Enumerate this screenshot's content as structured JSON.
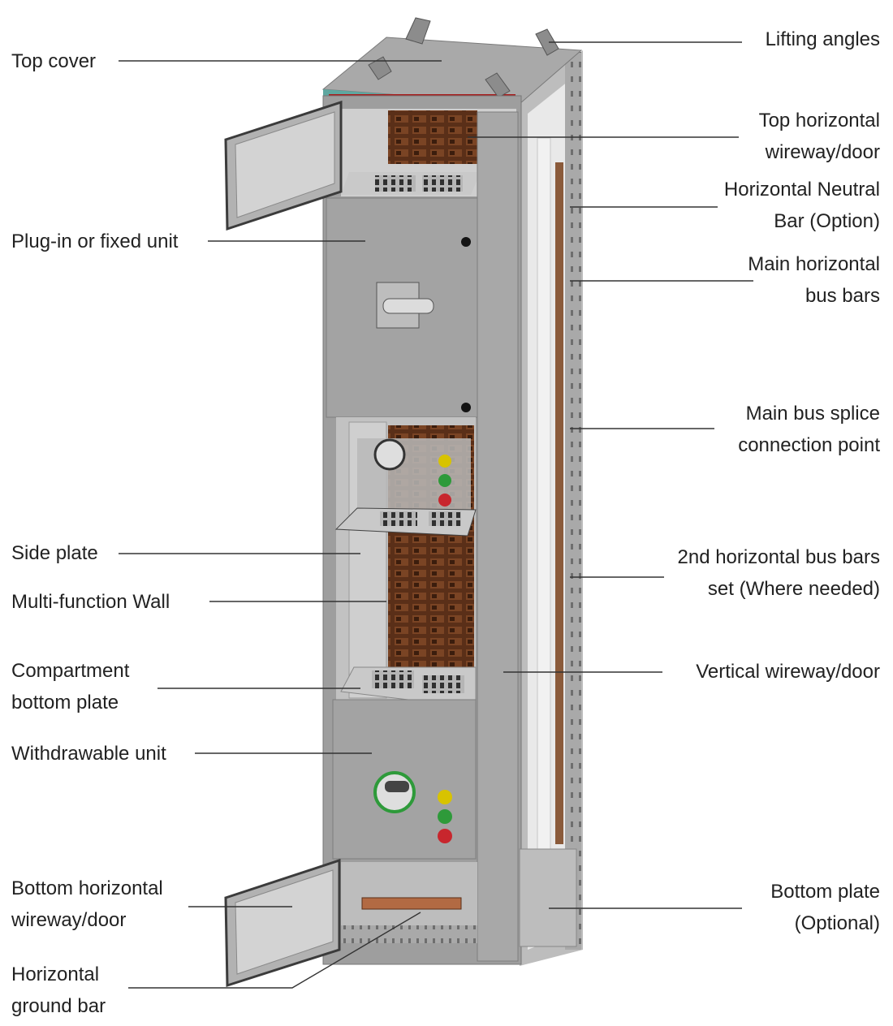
{
  "colors": {
    "background": "#ffffff",
    "text": "#222222",
    "leader_line": "#333333",
    "cabinet_gray": "#9c9c9c",
    "busbar_copper": "#6b3a1f",
    "indicator_yellow": "#d8c300",
    "indicator_green": "#2e9a3a",
    "indicator_red": "#c8262d",
    "top_strip_red": "#a61e1e",
    "top_strip_teal": "#5fa7a0"
  },
  "labels": {
    "top_cover": "Top cover",
    "plug_in_unit": "Plug-in or fixed unit",
    "side_plate": "Side plate",
    "multi_function_wall": "Multi-function Wall",
    "compartment_bottom_plate": {
      "l1": "Compartment",
      "l2": "bottom plate"
    },
    "withdrawable_unit": "Withdrawable unit",
    "bottom_horizontal_wireway": {
      "l1": "Bottom horizontal",
      "l2": "wireway/door"
    },
    "horizontal_ground_bar": {
      "l1": "Horizontal",
      "l2": "ground bar"
    },
    "lifting_angles": "Lifting angles",
    "top_horizontal_wireway": {
      "l1": "Top horizontal",
      "l2": "wireway/door"
    },
    "horizontal_neutral_bar": {
      "l1": "Horizontal Neutral",
      "l2": "Bar (Option)"
    },
    "main_horizontal_bus_bars": {
      "l1": "Main horizontal",
      "l2": "bus bars"
    },
    "main_bus_splice": {
      "l1": "Main bus splice",
      "l2": "connection point"
    },
    "second_horizontal_bus_bars": {
      "l1": "2nd horizontal bus bars",
      "l2": "set (Where needed)"
    },
    "vertical_wireway": "Vertical wireway/door",
    "bottom_plate": {
      "l1": "Bottom plate",
      "l2": "(Optional)"
    }
  }
}
